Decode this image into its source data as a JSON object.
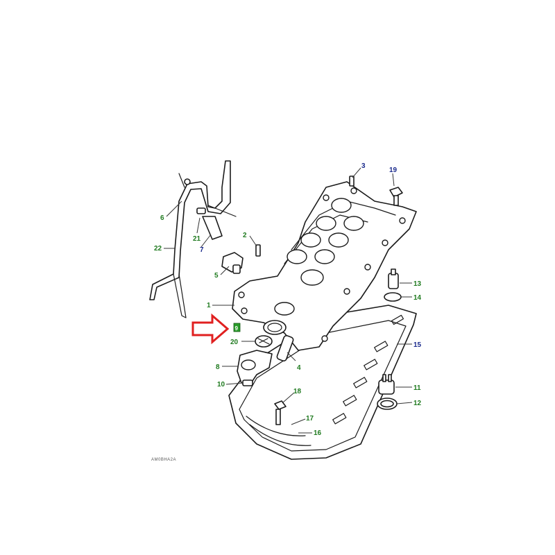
{
  "diagram": {
    "colors": {
      "callout_green": "#1f7a1f",
      "callout_blue": "#1a2a8c",
      "arrow_red": "#e02020",
      "highlight_green": "#2a9d2a",
      "line": "#1a1a1a"
    },
    "callouts": [
      {
        "id": "1",
        "label": "1",
        "color": "green"
      },
      {
        "id": "2",
        "label": "2",
        "color": "green"
      },
      {
        "id": "3",
        "label": "3",
        "color": "blue"
      },
      {
        "id": "4",
        "label": "4",
        "color": "green"
      },
      {
        "id": "5",
        "label": "5",
        "color": "green"
      },
      {
        "id": "6",
        "label": "6",
        "color": "green"
      },
      {
        "id": "7",
        "label": "7",
        "color": "blue"
      },
      {
        "id": "8",
        "label": "8",
        "color": "green"
      },
      {
        "id": "9",
        "label": "9",
        "color": "green"
      },
      {
        "id": "10",
        "label": "10",
        "color": "green"
      },
      {
        "id": "11",
        "label": "11",
        "color": "green"
      },
      {
        "id": "12",
        "label": "12",
        "color": "green"
      },
      {
        "id": "13",
        "label": "13",
        "color": "green"
      },
      {
        "id": "14",
        "label": "14",
        "color": "green"
      },
      {
        "id": "15",
        "label": "15",
        "color": "blue"
      },
      {
        "id": "16",
        "label": "16",
        "color": "green"
      },
      {
        "id": "17",
        "label": "17",
        "color": "green"
      },
      {
        "id": "18",
        "label": "18",
        "color": "green"
      },
      {
        "id": "19",
        "label": "19",
        "color": "blue"
      },
      {
        "id": "20",
        "label": "20",
        "color": "green"
      },
      {
        "id": "21",
        "label": "21",
        "color": "green"
      },
      {
        "id": "22",
        "label": "22",
        "color": "green"
      }
    ],
    "highlighted_part": "9",
    "reference_code": "AM0BHA2A"
  }
}
